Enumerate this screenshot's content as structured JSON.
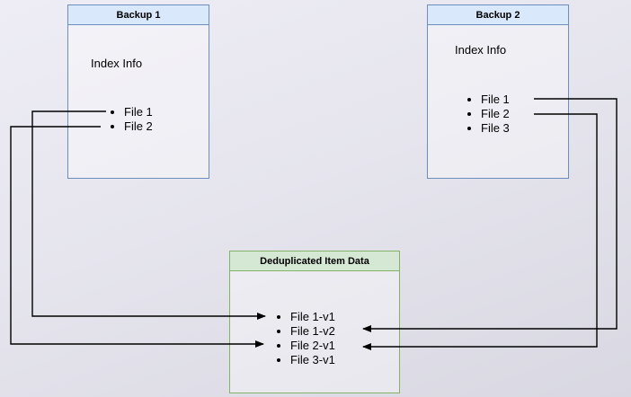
{
  "diagram": {
    "backup1": {
      "title": "Backup 1",
      "index_label": "Index Info",
      "files": [
        "File 1",
        "File 2"
      ]
    },
    "backup2": {
      "title": "Backup 2",
      "index_label": "Index Info",
      "files": [
        "File 1",
        "File 2",
        "File 3"
      ]
    },
    "dedup": {
      "title": "Deduplicated Item Data",
      "items": [
        "File 1-v1",
        "File 1-v2",
        "File 2-v1",
        "File 3-v1"
      ]
    },
    "colors": {
      "blue_fill": "#dae8fc",
      "blue_border": "#6c8ebf",
      "green_fill": "#d5e8d4",
      "green_border": "#82b366",
      "arrow": "#000000",
      "background": "#e6e5ee"
    }
  }
}
